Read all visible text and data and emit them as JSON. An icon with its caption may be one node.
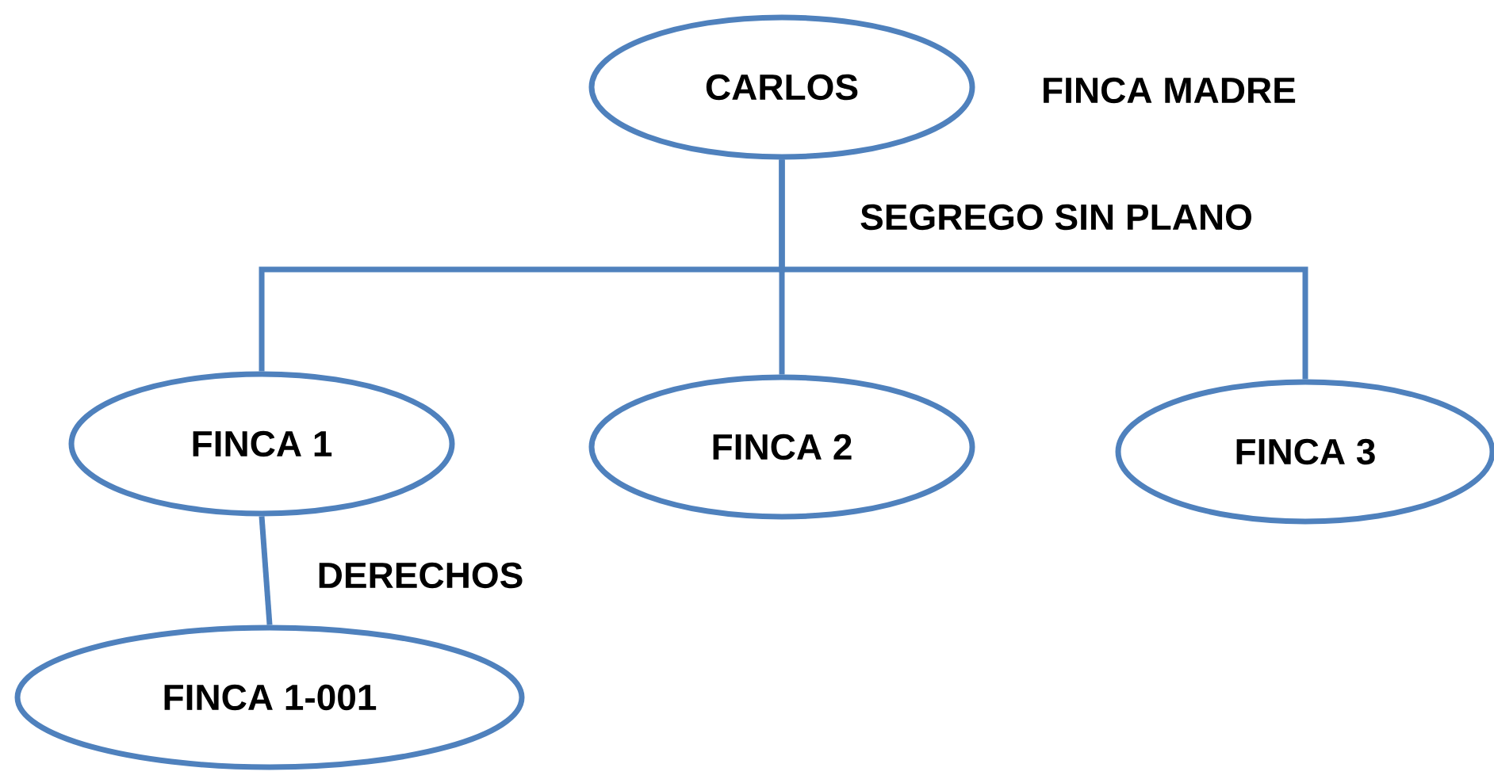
{
  "diagram": {
    "nodes": [
      {
        "text": [
          "CARLOS"
        ],
        "beside": [
          "FINCA MADRE"
        ]
      },
      {
        "text": [
          "FINCA 1"
        ]
      },
      {
        "text": [
          "FINCA 2"
        ]
      },
      {
        "text": [
          "FINCA 3"
        ]
      },
      {
        "text": [
          "FINCA 1-001"
        ]
      }
    ],
    "edges": [
      {
        "from": 0,
        "to": 1,
        "arrow": "none"
      },
      {
        "from": 0,
        "to": 2,
        "arrow": "none",
        "label": "SEGREGO SIN PLANO"
      },
      {
        "from": 0,
        "to": 3,
        "arrow": "none"
      },
      {
        "from": 1,
        "to": 4,
        "arrow": "none",
        "label": "DERECHOS"
      }
    ]
  }
}
